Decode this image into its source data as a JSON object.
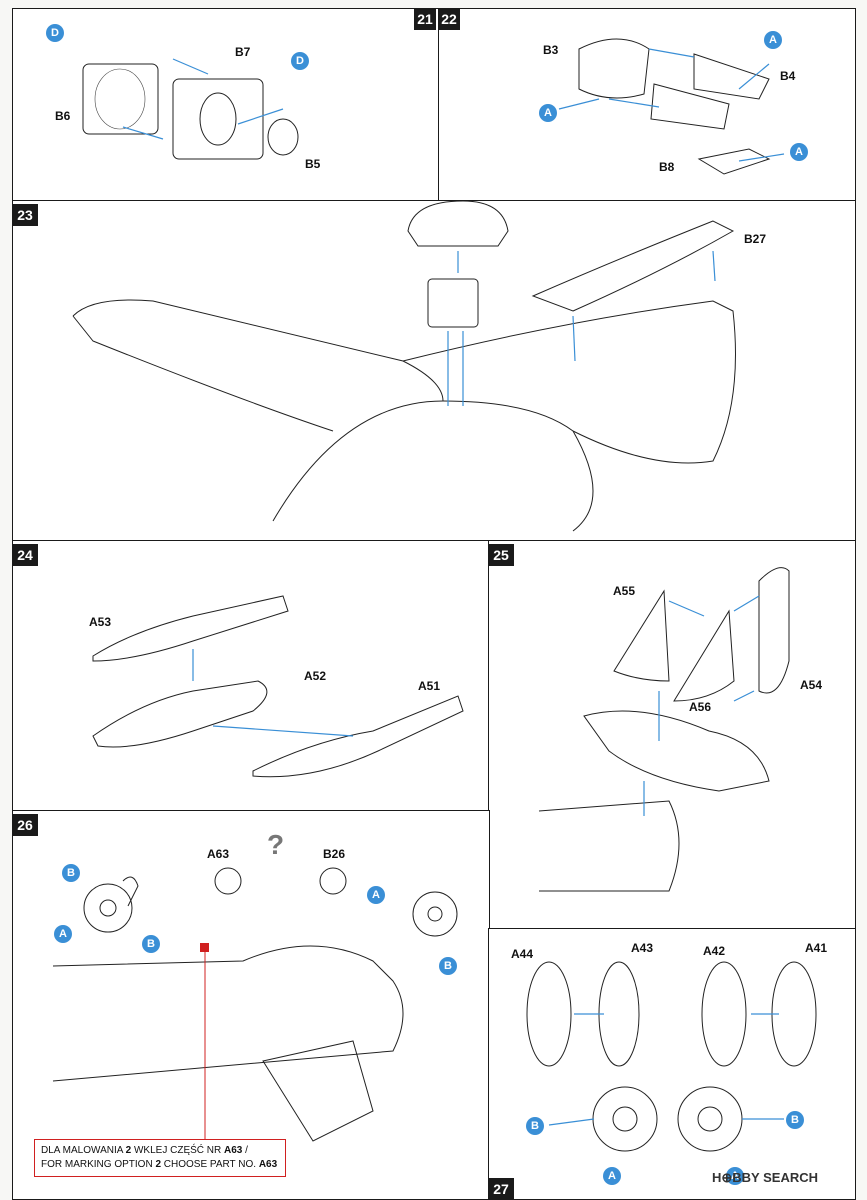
{
  "steps": {
    "s21": "21",
    "s22": "22",
    "s23": "23",
    "s24": "24",
    "s25": "25",
    "s26": "26",
    "s27": "27"
  },
  "parts": {
    "B7": "B7",
    "B6": "B6",
    "B5": "B5",
    "B3": "B3",
    "B4": "B4",
    "B8": "B8",
    "B27": "B27",
    "A53": "A53",
    "A52": "A52",
    "A51": "A51",
    "A55": "A55",
    "A54": "A54",
    "A56": "A56",
    "A63": "A63",
    "B26": "B26",
    "A44": "A44",
    "A43": "A43",
    "A42": "A42",
    "A41": "A41"
  },
  "badges": {
    "A": "A",
    "B": "B",
    "D": "D"
  },
  "question_mark": "?",
  "note": {
    "line1_pre": "DLA MALOWANIA ",
    "line1_num": "2",
    "line1_mid": " WKLEJ CZĘŚĆ NR ",
    "line1_part": "A63",
    "line1_post": " /",
    "line2_pre": "FOR MARKING OPTION ",
    "line2_num": "2",
    "line2_mid": " CHOOSE PART NO. ",
    "line2_part": "A63"
  },
  "watermark": "H⊕BBY SEARCH",
  "colors": {
    "badge": "#3a8fd6",
    "arrow": "#3a8fd6",
    "note_border": "#d02020"
  }
}
